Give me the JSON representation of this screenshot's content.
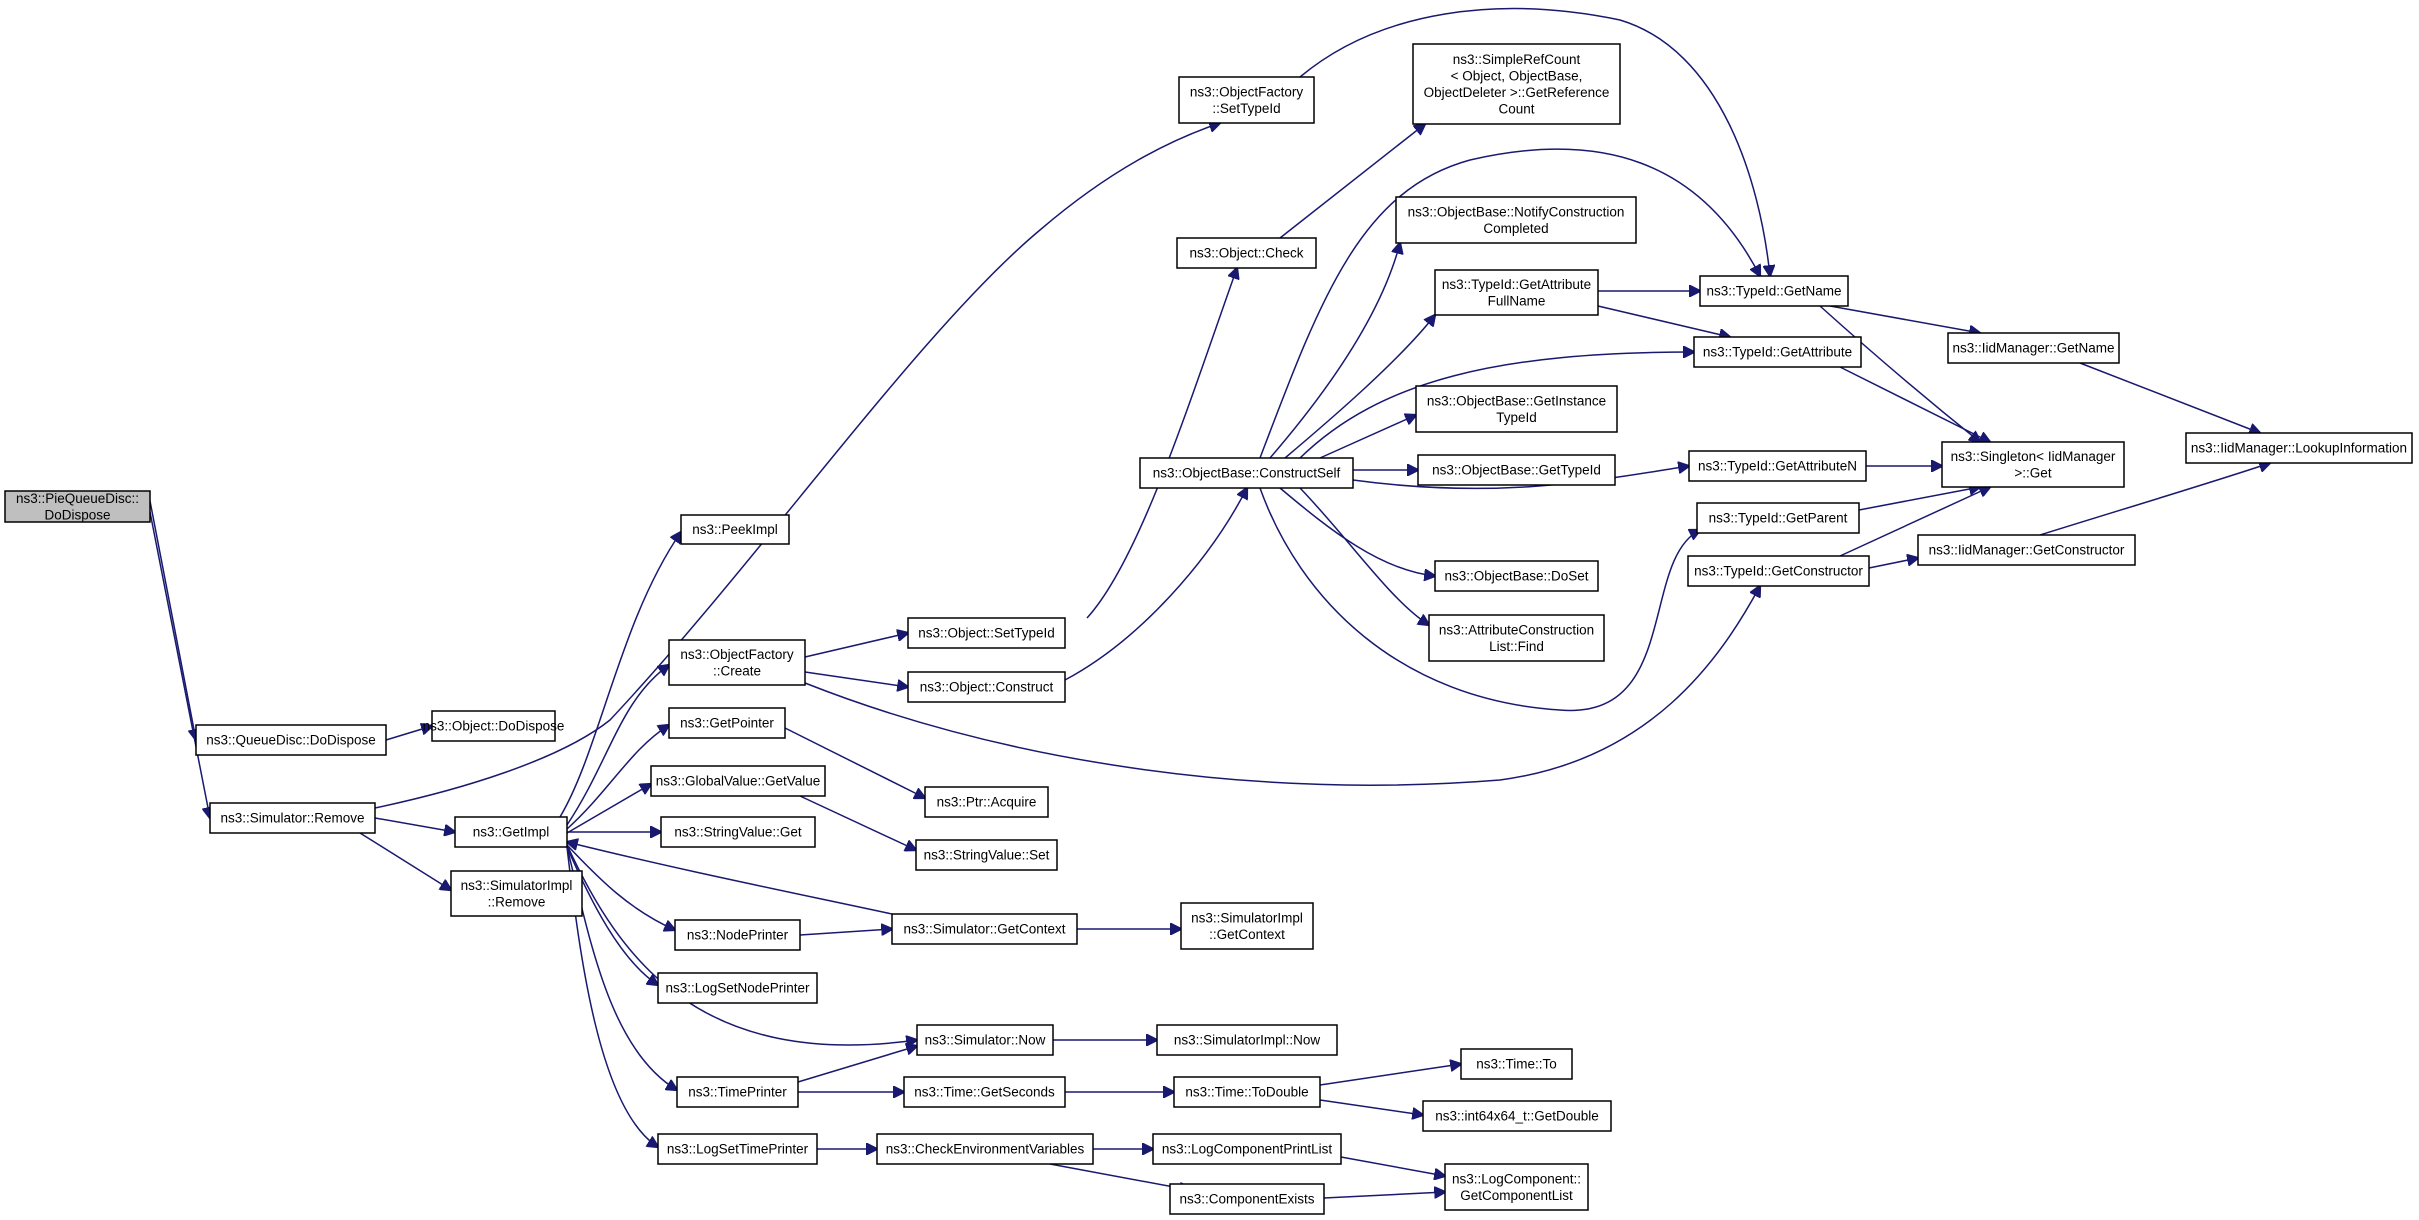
{
  "graph": {
    "colors": {
      "edge": "#191970",
      "node_border": "#000000",
      "node_border_truncated": "#ff0000",
      "node_fill": "#ffffff",
      "root_fill": "#bfbfbf"
    },
    "nodes": [
      {
        "id": "root",
        "lines": [
          "ns3::PieQueueDisc::",
          "DoDispose"
        ],
        "style": "root"
      },
      {
        "id": "qd_dispose",
        "lines": [
          "ns3::QueueDisc::DoDispose"
        ]
      },
      {
        "id": "obj_dispose",
        "lines": [
          "ns3::Object::DoDispose"
        ]
      },
      {
        "id": "sim_remove",
        "lines": [
          "ns3::Simulator::Remove"
        ]
      },
      {
        "id": "getimpl",
        "lines": [
          "ns3::GetImpl"
        ]
      },
      {
        "id": "simimpl_remove",
        "lines": [
          "ns3::SimulatorImpl",
          "::Remove"
        ]
      },
      {
        "id": "peekimpl",
        "lines": [
          "ns3::PeekImpl"
        ]
      },
      {
        "id": "of_create",
        "lines": [
          "ns3::ObjectFactory",
          "::Create"
        ]
      },
      {
        "id": "getpointer",
        "lines": [
          "ns3::GetPointer"
        ]
      },
      {
        "id": "gv_getvalue",
        "lines": [
          "ns3::GlobalValue::GetValue"
        ]
      },
      {
        "id": "sv_get",
        "lines": [
          "ns3::StringValue::Get"
        ]
      },
      {
        "id": "nodeprinter",
        "lines": [
          "ns3::NodePrinter"
        ]
      },
      {
        "id": "logsetnodeprinter",
        "lines": [
          "ns3::LogSetNodePrinter"
        ]
      },
      {
        "id": "timeprinter",
        "lines": [
          "ns3::TimePrinter"
        ]
      },
      {
        "id": "logsettimeprinter",
        "lines": [
          "ns3::LogSetTimePrinter"
        ]
      },
      {
        "id": "of_settypeid",
        "lines": [
          "ns3::ObjectFactory",
          "::SetTypeId"
        ]
      },
      {
        "id": "obj_settypeid",
        "lines": [
          "ns3::Object::SetTypeId"
        ]
      },
      {
        "id": "obj_construct",
        "lines": [
          "ns3::Object::Construct"
        ]
      },
      {
        "id": "ptr_acquire",
        "lines": [
          "ns3::Ptr::Acquire"
        ]
      },
      {
        "id": "sv_set",
        "lines": [
          "ns3::StringValue::Set"
        ]
      },
      {
        "id": "sim_getcontext",
        "lines": [
          "ns3::Simulator::GetContext"
        ]
      },
      {
        "id": "sim_now",
        "lines": [
          "ns3::Simulator::Now"
        ]
      },
      {
        "id": "time_getseconds",
        "lines": [
          "ns3::Time::GetSeconds"
        ]
      },
      {
        "id": "checkenv",
        "lines": [
          "ns3::CheckEnvironmentVariables"
        ]
      },
      {
        "id": "obj_check",
        "lines": [
          "ns3::Object::Check"
        ]
      },
      {
        "id": "ob_constructself",
        "lines": [
          "ns3::ObjectBase::ConstructSelf"
        ]
      },
      {
        "id": "simimpl_getcontext",
        "lines": [
          "ns3::SimulatorImpl",
          "::GetContext"
        ]
      },
      {
        "id": "simimpl_now",
        "lines": [
          "ns3::SimulatorImpl::Now"
        ]
      },
      {
        "id": "time_todouble",
        "lines": [
          "ns3::Time::ToDouble"
        ]
      },
      {
        "id": "logcompprintlist",
        "lines": [
          "ns3::LogComponentPrintList"
        ]
      },
      {
        "id": "compexists",
        "lines": [
          "ns3::ComponentExists"
        ]
      },
      {
        "id": "simplerefcount",
        "lines": [
          "ns3::SimpleRefCount",
          "< Object, ObjectBase,",
          "ObjectDeleter >::GetReference",
          "Count"
        ]
      },
      {
        "id": "ob_notify",
        "lines": [
          "ns3::ObjectBase::NotifyConstruction",
          "Completed"
        ]
      },
      {
        "id": "tid_getattrfullname",
        "lines": [
          "ns3::TypeId::GetAttribute",
          "FullName"
        ]
      },
      {
        "id": "ob_getinstancetypeid",
        "lines": [
          "ns3::ObjectBase::GetInstance",
          "TypeId"
        ]
      },
      {
        "id": "ob_gettypeid",
        "lines": [
          "ns3::ObjectBase::GetTypeId"
        ],
        "style": "truncated"
      },
      {
        "id": "ob_doset",
        "lines": [
          "ns3::ObjectBase::DoSet"
        ]
      },
      {
        "id": "acl_find",
        "lines": [
          "ns3::AttributeConstruction",
          "List::Find"
        ]
      },
      {
        "id": "time_to",
        "lines": [
          "ns3::Time::To"
        ],
        "style": "truncated"
      },
      {
        "id": "int64_getdouble",
        "lines": [
          "ns3::int64x64_t::GetDouble"
        ]
      },
      {
        "id": "lc_getcomplist",
        "lines": [
          "ns3::LogComponent::",
          "GetComponentList"
        ]
      },
      {
        "id": "tid_getname",
        "lines": [
          "ns3::TypeId::GetName"
        ]
      },
      {
        "id": "tid_getattribute",
        "lines": [
          "ns3::TypeId::GetAttribute"
        ],
        "style": "truncated"
      },
      {
        "id": "tid_getattributen",
        "lines": [
          "ns3::TypeId::GetAttributeN"
        ],
        "style": "truncated"
      },
      {
        "id": "tid_getparent",
        "lines": [
          "ns3::TypeId::GetParent"
        ],
        "style": "truncated"
      },
      {
        "id": "tid_getconstructor",
        "lines": [
          "ns3::TypeId::GetConstructor"
        ]
      },
      {
        "id": "iid_getname",
        "lines": [
          "ns3::IidManager::GetName"
        ]
      },
      {
        "id": "singleton_get",
        "lines": [
          "ns3::Singleton< IidManager",
          ">::Get"
        ]
      },
      {
        "id": "iid_getconstructor",
        "lines": [
          "ns3::IidManager::GetConstructor"
        ]
      },
      {
        "id": "iid_lookup",
        "lines": [
          "ns3::IidManager::LookupInformation"
        ]
      }
    ],
    "edges": [
      [
        "root",
        "qd_dispose"
      ],
      [
        "root",
        "sim_remove"
      ],
      [
        "qd_dispose",
        "obj_dispose"
      ],
      [
        "sim_remove",
        "getimpl"
      ],
      [
        "sim_remove",
        "simimpl_remove"
      ],
      [
        "sim_remove",
        "of_settypeid"
      ],
      [
        "getimpl",
        "peekimpl"
      ],
      [
        "getimpl",
        "of_create"
      ],
      [
        "getimpl",
        "getpointer"
      ],
      [
        "getimpl",
        "gv_getvalue"
      ],
      [
        "getimpl",
        "sv_get"
      ],
      [
        "getimpl",
        "nodeprinter"
      ],
      [
        "getimpl",
        "logsetnodeprinter"
      ],
      [
        "getimpl",
        "timeprinter"
      ],
      [
        "getimpl",
        "logsettimeprinter"
      ],
      [
        "getimpl",
        "sim_now"
      ],
      [
        "sim_getcontext",
        "getimpl"
      ],
      [
        "of_create",
        "obj_settypeid"
      ],
      [
        "of_create",
        "obj_construct"
      ],
      [
        "of_create",
        "tid_getconstructor"
      ],
      [
        "getpointer",
        "ptr_acquire"
      ],
      [
        "gv_getvalue",
        "sv_set"
      ],
      [
        "nodeprinter",
        "sim_getcontext"
      ],
      [
        "sim_getcontext",
        "simimpl_getcontext"
      ],
      [
        "timeprinter",
        "sim_now"
      ],
      [
        "timeprinter",
        "time_getseconds"
      ],
      [
        "sim_now",
        "simimpl_now"
      ],
      [
        "time_getseconds",
        "time_todouble"
      ],
      [
        "logsettimeprinter",
        "checkenv"
      ],
      [
        "checkenv",
        "logcompprintlist"
      ],
      [
        "checkenv",
        "compexists"
      ],
      [
        "logcompprintlist",
        "lc_getcomplist"
      ],
      [
        "compexists",
        "lc_getcomplist"
      ],
      [
        "time_todouble",
        "time_to"
      ],
      [
        "time_todouble",
        "int64_getdouble"
      ],
      [
        "obj_settypeid",
        "obj_check"
      ],
      [
        "obj_check",
        "simplerefcount"
      ],
      [
        "obj_construct",
        "ob_constructself"
      ],
      [
        "of_settypeid",
        "tid_getname"
      ],
      [
        "ob_constructself",
        "tid_getname"
      ],
      [
        "ob_constructself",
        "ob_notify"
      ],
      [
        "ob_constructself",
        "tid_getattrfullname"
      ],
      [
        "ob_constructself",
        "tid_getattribute"
      ],
      [
        "ob_constructself",
        "ob_getinstancetypeid"
      ],
      [
        "ob_constructself",
        "ob_gettypeid"
      ],
      [
        "ob_constructself",
        "tid_getattributen"
      ],
      [
        "ob_constructself",
        "tid_getparent"
      ],
      [
        "ob_constructself",
        "ob_doset"
      ],
      [
        "ob_constructself",
        "acl_find"
      ],
      [
        "tid_getattrfullname",
        "tid_getname"
      ],
      [
        "tid_getattrfullname",
        "tid_getattribute"
      ],
      [
        "tid_getname",
        "iid_getname"
      ],
      [
        "tid_getname",
        "singleton_get"
      ],
      [
        "tid_getattribute",
        "singleton_get"
      ],
      [
        "tid_getattributen",
        "singleton_get"
      ],
      [
        "tid_getparent",
        "singleton_get"
      ],
      [
        "tid_getconstructor",
        "singleton_get"
      ],
      [
        "tid_getconstructor",
        "iid_getconstructor"
      ],
      [
        "iid_getname",
        "iid_lookup"
      ],
      [
        "iid_getconstructor",
        "iid_lookup"
      ]
    ]
  }
}
